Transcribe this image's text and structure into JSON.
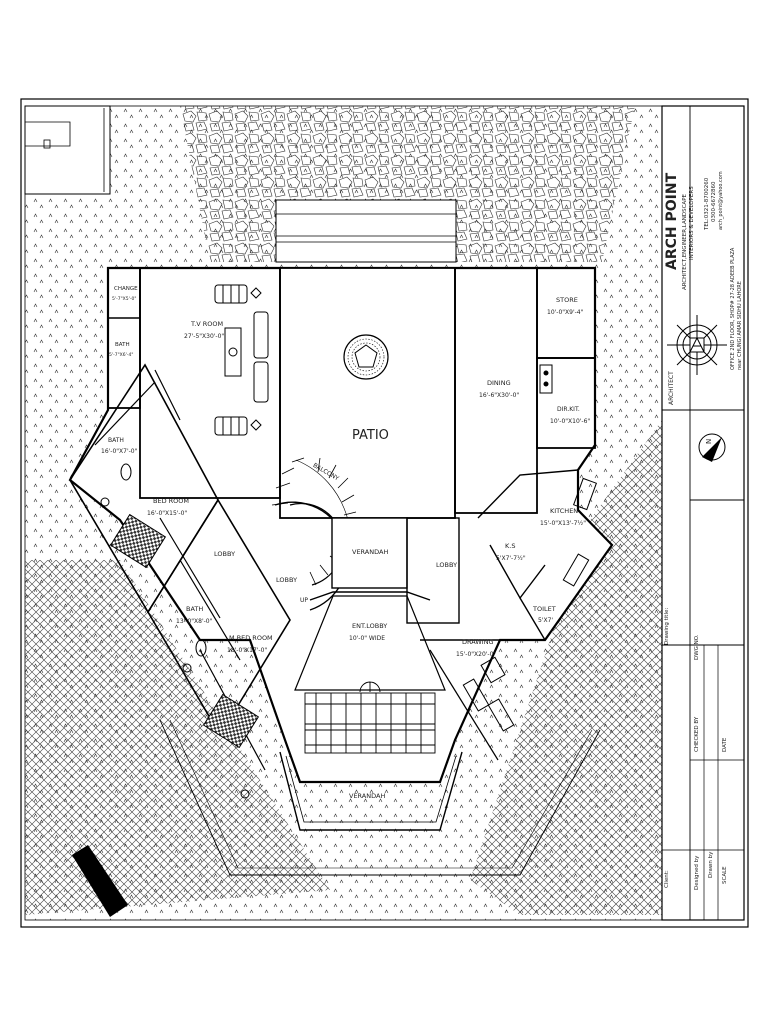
{
  "plan": {
    "rooms": {
      "change": {
        "name": "CHANGE",
        "size": "5'-7\"X5'-0\""
      },
      "bath_top": {
        "name": "BATH",
        "size": "5'-7\"X6'-4\""
      },
      "tv_room": {
        "name": "T.V ROOM",
        "size": "27'-5\"X30'-0\""
      },
      "patio": {
        "name": "PATIO"
      },
      "dining": {
        "name": "DINING",
        "size": "16'-6\"X30'-0\""
      },
      "store": {
        "name": "STORE",
        "size": "10'-0\"X9'-4\""
      },
      "dirkit": {
        "name": "DIR.KIT.",
        "size": "10'-0\"X10'-6\""
      },
      "bath_left": {
        "name": "BATH",
        "size": "16'-0\"X7'-0\""
      },
      "bedroom": {
        "name": "BED ROOM",
        "size": "16'-0\"X15'-0\""
      },
      "lobby_left": {
        "name": "LOBBY"
      },
      "bath_mid": {
        "name": "BATH",
        "size": "13'-0\"X8'-0\""
      },
      "mbed": {
        "name": "M.BED ROOM",
        "size": "18'-0\"X17'-0\""
      },
      "lobby_center": {
        "name": "LOBBY"
      },
      "up": {
        "name": "UP"
      },
      "balcony": {
        "name": "BALCONY"
      },
      "verandah_small": {
        "name": "VERANDAH"
      },
      "lobby_right": {
        "name": "LOBBY"
      },
      "kitchen": {
        "name": "KITCHEN",
        "size": "15'-0\"X13'-7½\""
      },
      "ks": {
        "name": "K.S",
        "size": "5'X7'-7½\""
      },
      "toilet": {
        "name": "TOILET",
        "size": "5'X7'"
      },
      "ent_lobby": {
        "name": "ENT.LOBBY",
        "size": "10'-0\" WIDE"
      },
      "drawing": {
        "name": "DRAWING",
        "size": "15'-0\"X20'-0\""
      },
      "verandah_bottom": {
        "name": "VERANDAH"
      }
    }
  },
  "title_block": {
    "firm": "ARCH POINT",
    "tagline": "ARCHITECT,ENGINEER,LANDSCAPE",
    "tagline2": "INTERIORS & DEVELOPERS",
    "tel": "TEL:0321-8700260",
    "tel2": "0300-6672860",
    "email": "arch_point@yahoo.com",
    "address": "OFFICE 2ND FLOOR, SHOP# 27-28 ADEEB PLAZA",
    "address2": "near CHUNGI AMAR SIDHU LAHORE",
    "architect_label": "ARCHITECT",
    "drawing_title_label": "Drawing title:",
    "dwg_no_label": "DWG NO.",
    "checked_by_label": "CHECKED BY",
    "designed_by_label": "Designed by",
    "drawn_by_label": "Drawn by",
    "scale_label": "SCALE",
    "date_label": "DATE",
    "client_label": "Client:"
  }
}
